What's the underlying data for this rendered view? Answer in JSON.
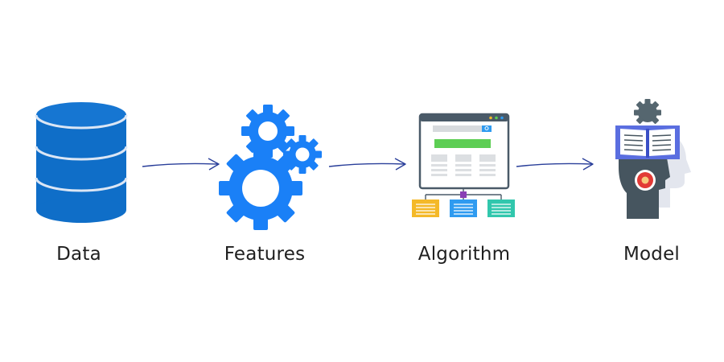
{
  "diagram": {
    "steps": [
      {
        "label": "Data",
        "icon": "database-icon"
      },
      {
        "label": "Features",
        "icon": "gears-icon"
      },
      {
        "label": "Algorithm",
        "icon": "algorithm-flowchart-icon"
      },
      {
        "label": "Model",
        "icon": "model-head-book-icon"
      }
    ],
    "colors": {
      "primary_blue": "#1a80f7",
      "database_blue": "#0f6ec8",
      "arrow": "#2a3f9a",
      "label_text": "#1f1f1f",
      "model_book": "#5a6ee0",
      "model_head": "#46555f",
      "model_gear": "#55666f",
      "model_badge": "#e23a36",
      "algo_green": "#5dce54",
      "algo_yellow": "#f4b928",
      "algo_blue": "#2f9bf0",
      "algo_teal": "#31c7ad"
    }
  }
}
